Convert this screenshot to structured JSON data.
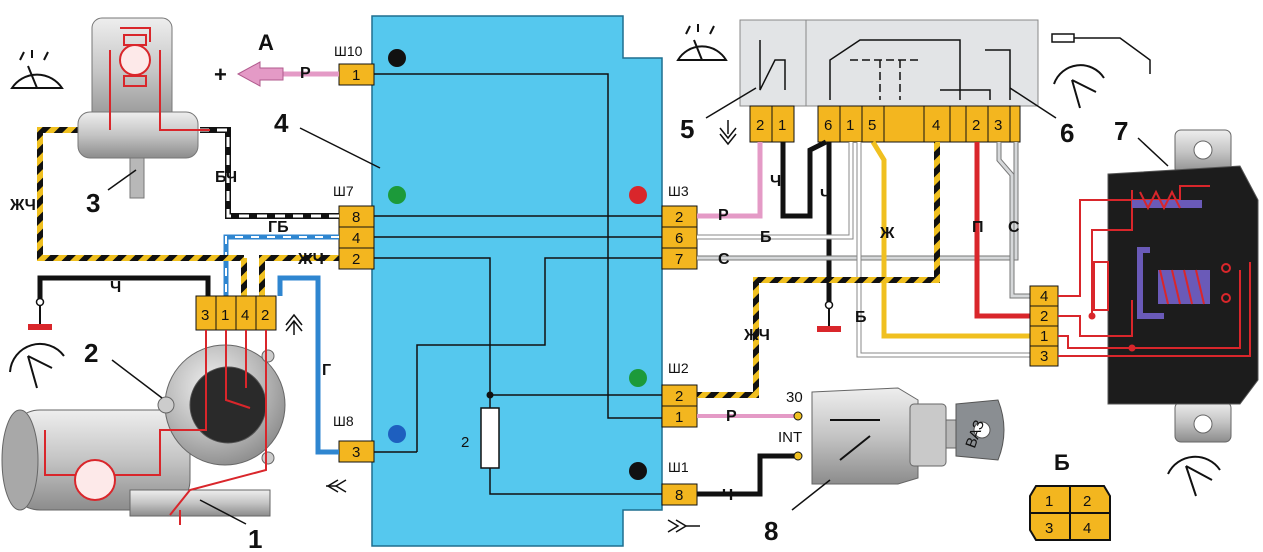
{
  "callouts": {
    "n1": "1",
    "n2": "2",
    "n3": "3",
    "n4": "4",
    "n5": "5",
    "n6": "6",
    "n7": "7",
    "n8": "8"
  },
  "letters": {
    "a": "А",
    "b": "Б",
    "plus": "+"
  },
  "connectors": {
    "sh10": "Ш10",
    "sh7": "Ш7",
    "sh8": "Ш8",
    "sh3": "Ш3",
    "sh2": "Ш2",
    "sh1": "Ш1"
  },
  "pins": {
    "sh10": [
      "1"
    ],
    "sh7": [
      "8",
      "4",
      "2"
    ],
    "sh8": [
      "3"
    ],
    "sh3": [
      "2",
      "6",
      "7"
    ],
    "sh2": [
      "2",
      "1"
    ],
    "sh1": [
      "8"
    ],
    "motor": [
      "3",
      "1",
      "4",
      "2"
    ],
    "switch5": [
      "2",
      "1"
    ],
    "switch6": [
      "6",
      "1",
      "5",
      "4",
      "2",
      "3"
    ],
    "relay": [
      "4",
      "2",
      "1",
      "3"
    ],
    "key": [
      "1",
      "2",
      "3",
      "4"
    ]
  },
  "wire_labels": {
    "r_top": "Р",
    "ch_left": "Ч",
    "zhch_left": "ЖЧ",
    "bch": "БЧ",
    "gb": "ГБ",
    "zhch_mid": "ЖЧ",
    "g": "Г",
    "r_sh3": "Р",
    "b_sh3": "Б",
    "s_sh3": "С",
    "ch_sw1": "Ч",
    "ch_sw2": "Ч",
    "zh": "Ж",
    "p": "П",
    "s_right": "С",
    "b_mid": "Б",
    "zhch_right": "ЖЧ",
    "r_sh2": "Р",
    "ch_sh1": "Ч"
  },
  "fuse_label": "2",
  "ignition": {
    "t30": "30",
    "tint": "INT",
    "brand": "ВАЗ"
  },
  "colors": {
    "unit": "#55c8ee",
    "pin": "#f3b61f",
    "red": "#d9262b",
    "yellow": "#f0c020",
    "pink": "#e49ac6",
    "blue": "#2f86d0",
    "black": "#111111",
    "gray": "#9aa0a4"
  },
  "icons": [
    "wiper-washer-icon",
    "wiper-icon",
    "ground-icon",
    "plug-icon",
    "socket-icon",
    "washer-nozzle-icon"
  ]
}
